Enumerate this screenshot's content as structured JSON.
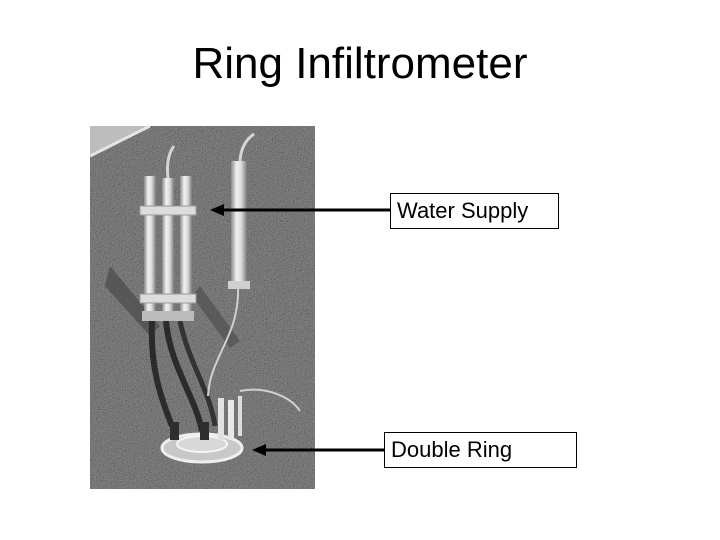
{
  "slide": {
    "title": "Ring Infiltrometer"
  },
  "callouts": {
    "water_supply": "Water Supply",
    "double_ring": "Double Ring"
  },
  "photo": {
    "subject": "ring-infiltrometer-apparatus-on-grass",
    "tone": "grayscale"
  },
  "colors": {
    "background": "#ffffff",
    "text": "#000000",
    "arrow": "#000000"
  }
}
